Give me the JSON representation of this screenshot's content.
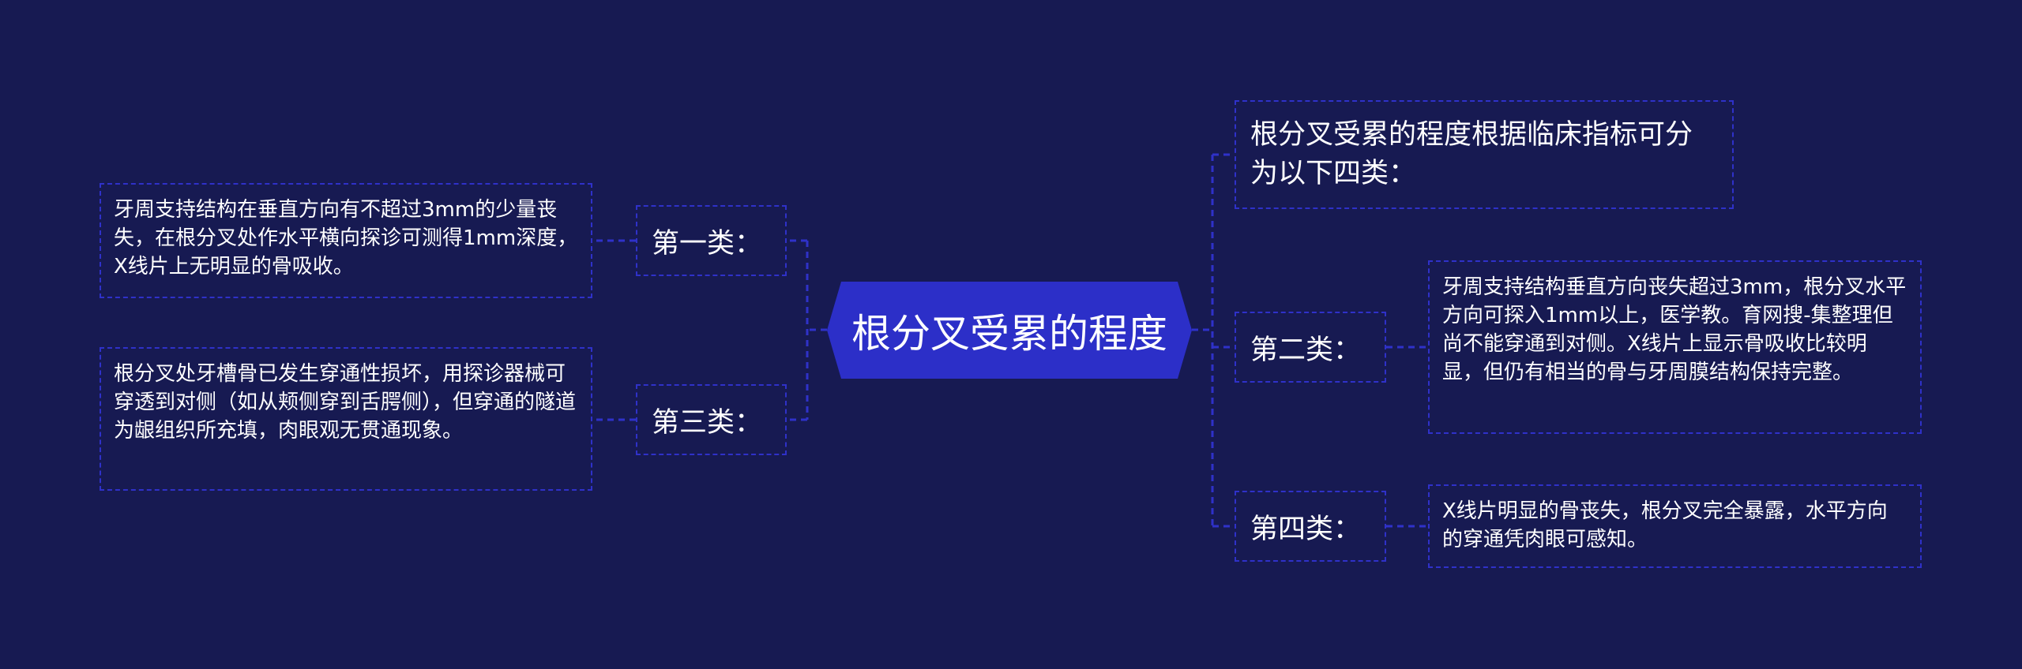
{
  "root": {
    "label": "根分叉受累的程度"
  },
  "intro": {
    "text": "根分叉受累的程度根据临床指标可分为以下四类："
  },
  "categories": [
    {
      "label": "第一类：",
      "detail": "牙周支持结构在垂直方向有不超过3mm的少量丧失，在根分叉处作水平横向探诊可测得1mm深度，X线片上无明显的骨吸收。"
    },
    {
      "label": "第三类：",
      "detail": "根分叉处牙槽骨已发生穿通性损坏，用探诊器械可穿透到对侧（如从颊侧穿到舌腭侧），但穿通的隧道为龈组织所充填，肉眼观无贯通现象。"
    },
    {
      "label": "第二类：",
      "detail": "牙周支持结构垂直方向丧失超过3mm，根分叉水平方向可探入1mm以上，医学教。育网搜-集整理但尚不能穿通到对侧。X线片上显示骨吸收比较明显，但仍有相当的骨与牙周膜结构保持完整。"
    },
    {
      "label": "第四类：",
      "detail": "X线片明显的骨丧失，根分叉完全暴露，水平方向的穿通凭肉眼可感知。"
    }
  ],
  "colors": {
    "background": "#171a52",
    "root_fill": "#2c2fc8",
    "connector": "#2f31c9",
    "text": "#ffffff"
  }
}
